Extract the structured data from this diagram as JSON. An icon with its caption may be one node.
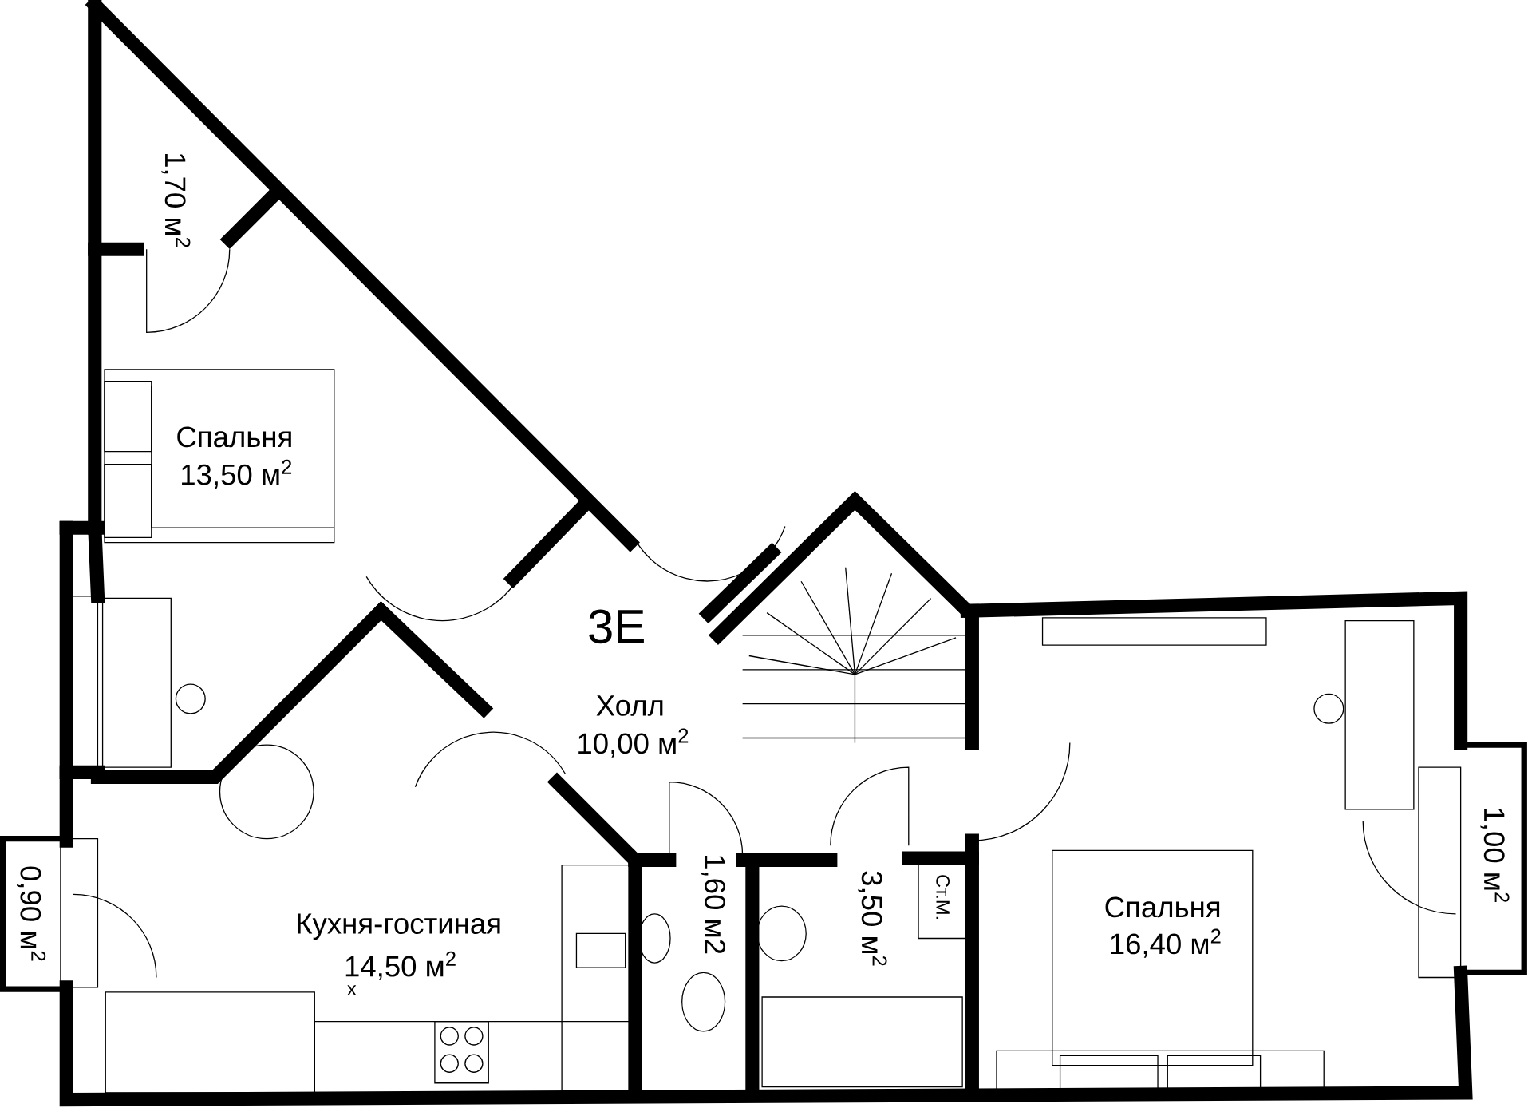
{
  "diagram": {
    "labels": [
      "1,70 м$^{2}$",
      "Спальня",
      "13,50 м$^{2}$",
      "3E",
      "Холл",
      "10,00 м$^{2}$",
      "1,60 м2",
      "3,50 м$^{2}$",
      "Ст.М.",
      "1,00 м$^{2}$",
      "Спальня",
      "16,40 м$^{2}$",
      "0,90 м$^{2}$",
      "Кухня-гостиная",
      "14,50 м$^{2}$",
      "х"
    ]
  }
}
